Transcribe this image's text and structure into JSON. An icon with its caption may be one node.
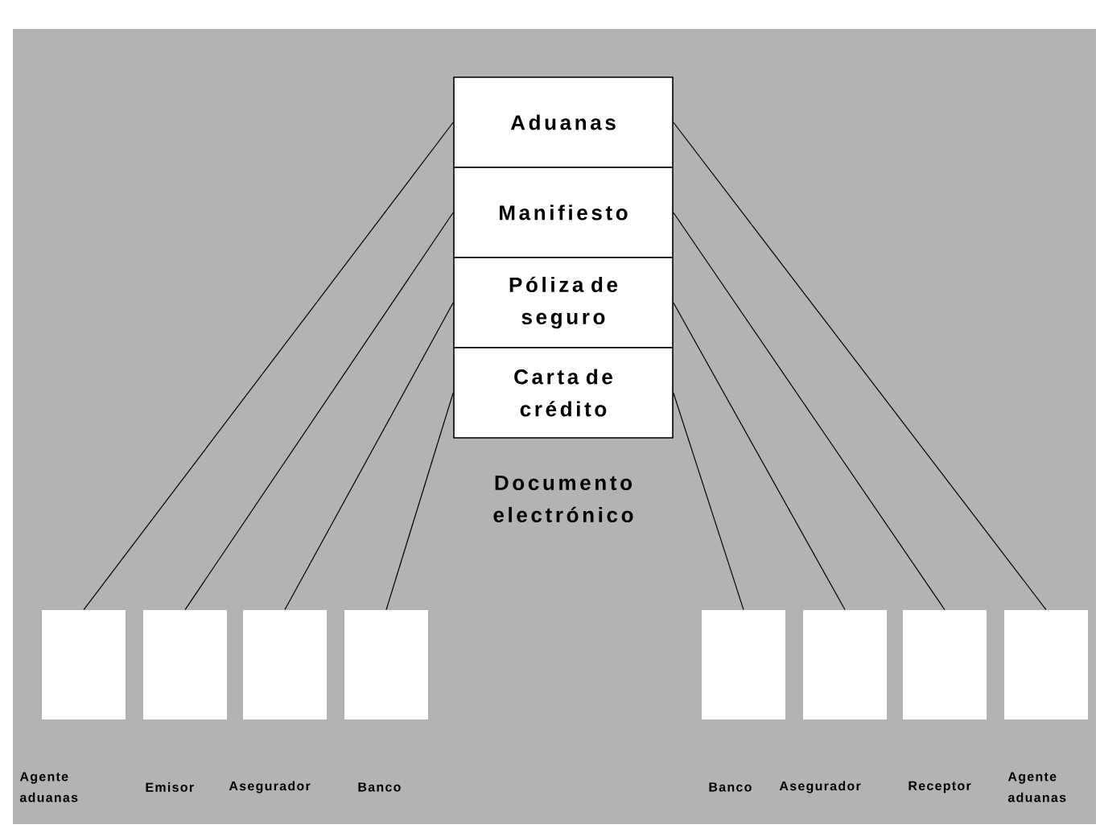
{
  "diagram": {
    "nodes": [
      {
        "text": [
          "Aduanas"
        ]
      },
      {
        "text": [
          "Manifiesto"
        ]
      },
      {
        "text": [
          "Póliza de seguro"
        ]
      },
      {
        "text": [
          "Carta de crédito"
        ]
      },
      {
        "text": [
          "Agente aduanas"
        ]
      },
      {
        "text": [
          "Emisor"
        ]
      },
      {
        "text": [
          "Asegurador"
        ]
      },
      {
        "text": [
          "Banco"
        ]
      },
      {
        "text": [
          "Banco"
        ]
      },
      {
        "text": [
          "Asegurador"
        ]
      },
      {
        "text": [
          "Receptor"
        ]
      },
      {
        "text": [
          "Agente aduanas"
        ]
      }
    ],
    "edges": [
      {
        "from": 0,
        "to": 4,
        "arrow": "none"
      },
      {
        "from": 1,
        "to": 5,
        "arrow": "none"
      },
      {
        "from": 2,
        "to": 6,
        "arrow": "none"
      },
      {
        "from": 3,
        "to": 7,
        "arrow": "none"
      },
      {
        "from": 3,
        "to": 8,
        "arrow": "none"
      },
      {
        "from": 2,
        "to": 9,
        "arrow": "none"
      },
      {
        "from": 1,
        "to": 10,
        "arrow": "none"
      },
      {
        "from": 0,
        "to": 11,
        "arrow": "none"
      }
    ],
    "labels": [
      "Documento electrónico"
    ]
  }
}
